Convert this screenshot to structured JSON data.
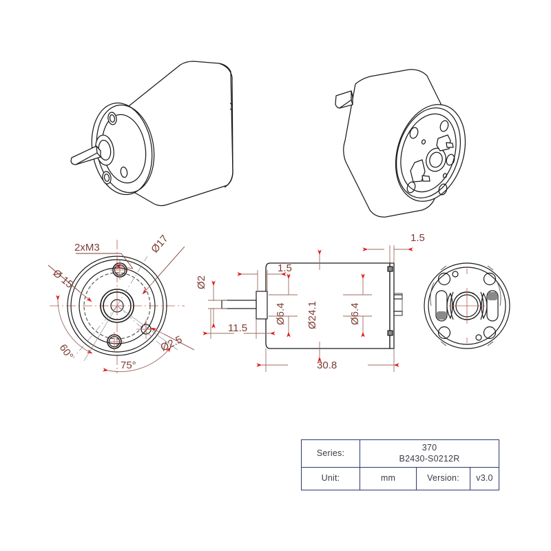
{
  "drawing": {
    "title": "370 B2430-S0212R motor technical drawing",
    "background_color": "#ffffff",
    "line_color": "#1a1a1a",
    "dimension_line_color": "#9a6a60",
    "arrow_color": "#e01b18",
    "dimension_text_color": "#7d3b33",
    "centerline_color": "#c0554b",
    "title_block_border_color": "#2b3570",
    "title_block_text_color": "#3a3a46"
  },
  "views": {
    "iso_front": {
      "name": "isometric-front-view"
    },
    "iso_rear": {
      "name": "isometric-rear-view"
    },
    "front_view": {
      "name": "front-end-view"
    },
    "side_view": {
      "name": "side-section-view"
    },
    "rear_view": {
      "name": "rear-end-view"
    }
  },
  "dimensions": {
    "front": {
      "screw_callout": "2xM3",
      "bolt_circle": "Ø 15",
      "flange_dia": "Ø17",
      "pin_hole": "Ø2.5",
      "angle_1": "60°",
      "angle_2": "75°"
    },
    "side": {
      "shaft_dia": "Ø2",
      "shaft_length": "11.5",
      "collar_width": "1.5",
      "boss_dia_front": "Ø6.4",
      "boss_dia_rear": "Ø6.4",
      "body_dia": "Ø24.1",
      "total_length": "30.8",
      "terminal_offset": "1.5"
    }
  },
  "title_block": {
    "series_label": "Series:",
    "series_value_line1": "370",
    "series_value_line2": "B2430-S0212R",
    "unit_label": "Unit:",
    "unit_value": "mm",
    "version_label": "Version:",
    "version_value": "v3.0"
  }
}
